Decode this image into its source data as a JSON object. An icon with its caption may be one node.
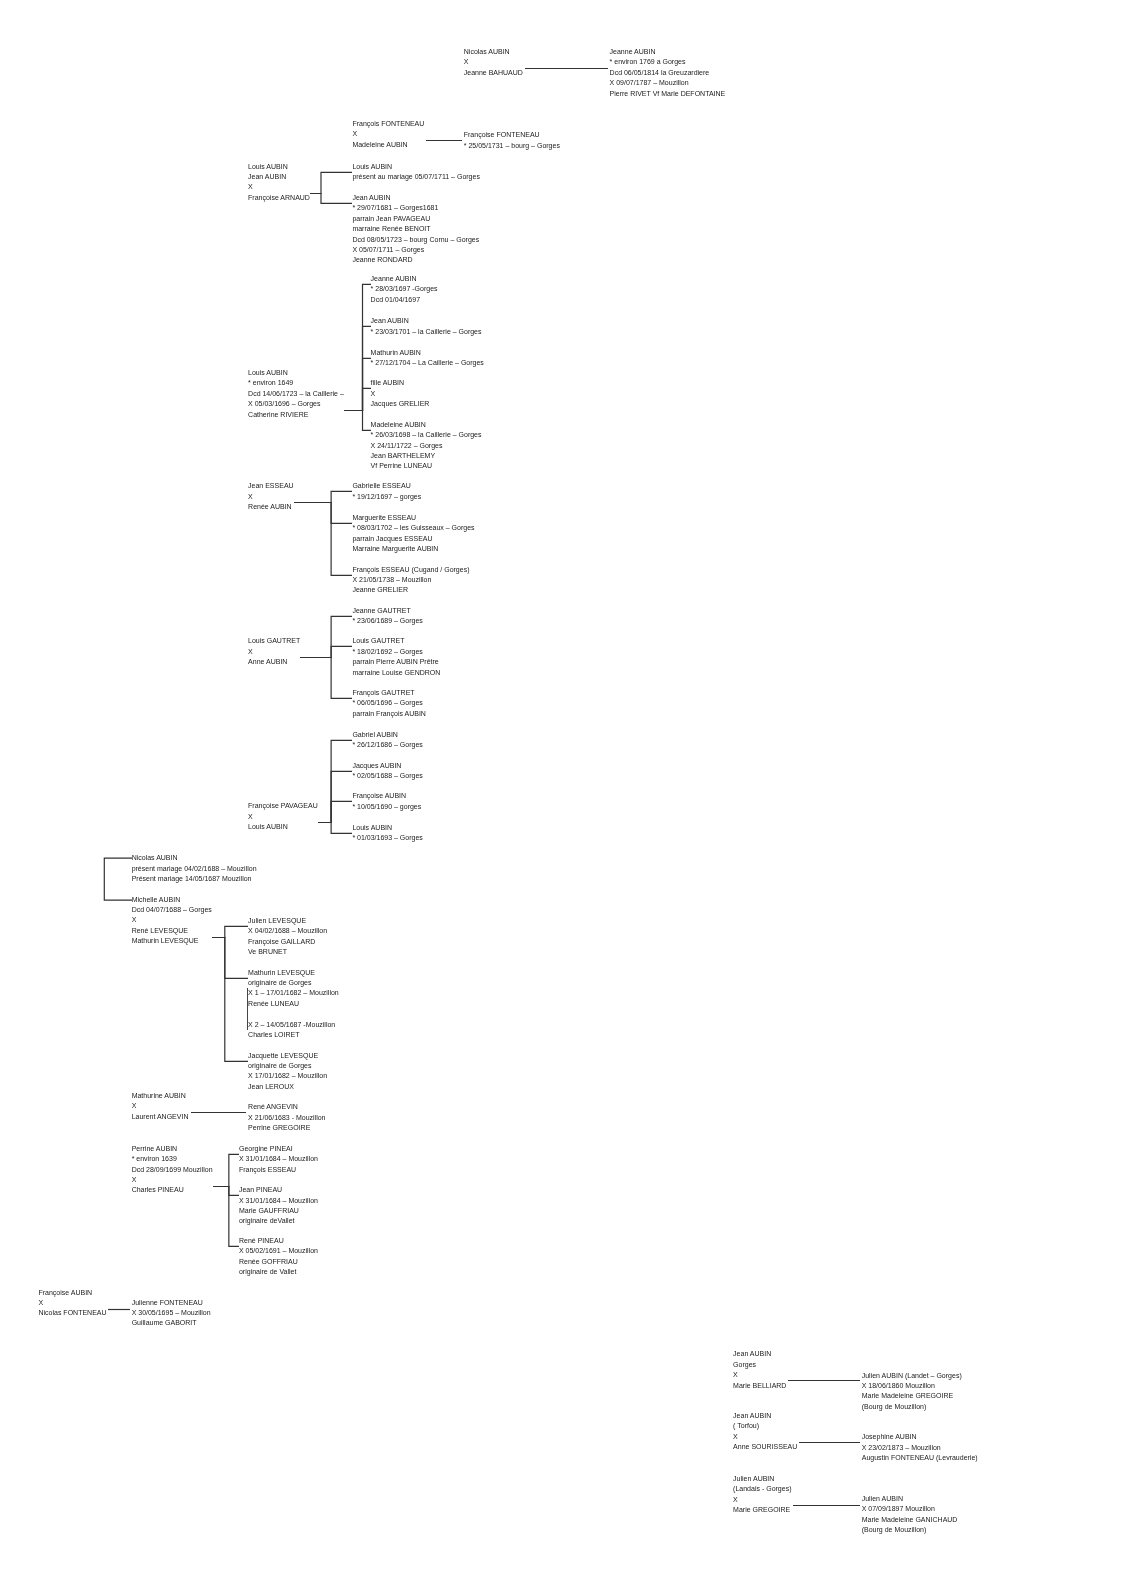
{
  "diagram": {
    "nodes": [
      {
        "text": [
          "Nicolas AUBIN",
          "X",
          "Jeanne BAHUAUD"
        ]
      },
      {
        "text": [
          "Jeanne AUBIN",
          "* environ 1769 a Gorges",
          "Dcd 06/05/1814 la Greuzardiere",
          "X  09/07/1787 – Mouzillon",
          "Pierre RIVET Vf Marie DEFONTAINE"
        ]
      },
      {
        "text": [
          "François FONTENEAU",
          "X",
          "Madeleine AUBIN"
        ]
      },
      {
        "text": [
          "Françoise FONTENEAU",
          "* 25/05/1731 – bourg – Gorges"
        ]
      },
      {
        "text": [
          "Louis AUBIN",
          "Jean AUBIN",
          "X",
          "Françoise ARNAUD"
        ]
      },
      {
        "text": [
          "Louis AUBIN",
          "présent au mariage 05/07/1711 – Gorges"
        ]
      },
      {
        "text": [
          "Jean AUBIN",
          "* 29/07/1681 – Gorges1681",
          "parrain Jean PAVAGEAU",
          "marraine Renée BENOIT",
          "Dcd 08/05/1723 – bourg Cornu – Gorges",
          "X  05/07/1711 – Gorges",
          "Jeanne RONDARD"
        ]
      },
      {
        "text": [
          "Louis AUBIN",
          "* environ 1649",
          "Dcd 14/06/1723 – la Caillerie –",
          "X  05/03/1696 – Gorges",
          "Catherine RIVIERE"
        ]
      },
      {
        "text": [
          "Jeanne AUBIN",
          "* 28/03/1697 -Gorges",
          "Dcd 01/04/1697"
        ]
      },
      {
        "text": [
          "Jean AUBIN",
          "* 23/03/1701 – la Caillerie – Gorges"
        ]
      },
      {
        "text": [
          "Mathurin AUBIN",
          "* 27/12/1704 – La Caillerie – Gorges"
        ]
      },
      {
        "text": [
          "fille AUBIN",
          "X",
          "Jacques GRELIER"
        ]
      },
      {
        "text": [
          "Madeleine AUBIN",
          "* 26/03/1698 – la Caillerie – Gorges",
          "X  24/11/1722 – Gorges",
          "Jean BARTHELEMY",
          "Vf Perrine LUNEAU"
        ]
      },
      {
        "text": [
          "Jean ESSEAU",
          "X",
          "Renée AUBIN"
        ]
      },
      {
        "text": [
          "Gabrielle ESSEAU",
          "* 19/12/1697 – gorges"
        ]
      },
      {
        "text": [
          "Marguerite ESSEAU",
          "* 08/03/1702 – les Guisseaux – Gorges",
          "parrain Jacques ESSEAU",
          "Marraine Marguerite AUBIN"
        ]
      },
      {
        "text": [
          "François ESSEAU (Cugand / Gorges)",
          "X 21/05/1738 – Mouzillon",
          "Jeanne GRELIER"
        ]
      },
      {
        "text": [
          "Louis GAUTRET",
          "X",
          "Anne AUBIN"
        ]
      },
      {
        "text": [
          "Jeanne GAUTRET",
          "* 23/06/1689 – Gorges"
        ]
      },
      {
        "text": [
          "Louis GAUTRET",
          "* 18/02/1692 – Gorges",
          "parrain Pierre AUBIN Prêtre",
          "marraine Louise GENDRON"
        ]
      },
      {
        "text": [
          "François GAUTRET",
          "* 06/05/1696 – Gorges",
          "parrain François AUBIN"
        ]
      },
      {
        "text": [
          "Françoise PAVAGEAU",
          "X",
          "Louis AUBIN"
        ]
      },
      {
        "text": [
          "Gabriel AUBIN",
          "* 26/12/1686 – Gorges"
        ]
      },
      {
        "text": [
          "Jacques AUBIN",
          "* 02/05/1688 – Gorges"
        ]
      },
      {
        "text": [
          "Françoise AUBIN",
          "* 10/05/1690 – gorges"
        ]
      },
      {
        "text": [
          "Louis AUBIN",
          "* 01/03/1693 – Gorges"
        ]
      },
      {
        "text": [
          "Nicolas AUBIN",
          "présent mariage 04/02/1688 – Mouzillon",
          "Présent mariage 14/05/1687 Mouzillon"
        ]
      },
      {
        "text": [
          "Michelle AUBIN",
          "Dcd 04/07/1688 – Gorges",
          "X",
          "René LEVESQUE",
          "Mathurin LEVESQUE"
        ]
      },
      {
        "text": [
          "Julien LEVESQUE",
          "X 04/02/1688 – Mouzillon",
          "Françoise GAILLARD",
          "Ve BRUNET"
        ]
      },
      {
        "text": [
          "Mathurin LEVESQUE",
          "originaire de Gorges",
          "X 1 – 17/01/1682 – Mouzillon",
          "Renée LUNEAU",
          "X 2 – 14/05/1687 -Mouzillon",
          "Charles LOIRET"
        ]
      },
      {
        "text": [
          "Jacquette LEVESQUE",
          "originaire de Gorges",
          "X 17/01/1682 – Mouzillon",
          "Jean LEROUX"
        ]
      },
      {
        "text": [
          "Mathurine AUBIN",
          "X",
          "Laurent ANGEVIN"
        ]
      },
      {
        "text": [
          "René ANGEVIN",
          "X 21/06/1683 - Mouzillon",
          "Perrine GREGOIRE"
        ]
      },
      {
        "text": [
          "Perrine AUBIN",
          "* environ 1639",
          "Dcd 28/09/1699 Mouzillon",
          "X",
          "Charles PINEAU"
        ]
      },
      {
        "text": [
          "Georgine PINEAI",
          "X 31/01/1684 – Mouzillon",
          "François ESSEAU"
        ]
      },
      {
        "text": [
          "Jean PINEAU",
          "X 31/01/1684 – Mouzillon",
          "Marie GAUFFRIAU",
          "originaire deVallet"
        ]
      },
      {
        "text": [
          "René PINEAU",
          "X 05/02/1691 – Mouzillon",
          "Renée GOFFRIAU",
          "originaire de Vallet"
        ]
      },
      {
        "text": [
          "Françoise AUBIN",
          "X",
          "Nicolas FONTENEAU"
        ]
      },
      {
        "text": [
          "Julienne FONTENEAU",
          "X 30/05/1695 – Mouzillon",
          "Guillaume GABORIT"
        ]
      },
      {
        "text": [
          "Jean AUBIN",
          "Gorges",
          "X",
          "Marie BELLIARD"
        ]
      },
      {
        "text": [
          "Julien AUBIN (Landet – Gorges)",
          "X 18/06/1860 Mouzillon",
          "Marie Madeleine GREGOIRE",
          "(Bourg de Mouzillon)"
        ]
      },
      {
        "text": [
          "Jean AUBIN",
          "( Torfou)",
          "X",
          "Anne SOURISSEAU"
        ]
      },
      {
        "text": [
          "Josephine AUBIN",
          "X 23/02/1873 – Mouzillon",
          "Augustin FONTENEAU (Levrauderie)"
        ]
      },
      {
        "text": [
          "Julien AUBIN",
          "(Landais  - Gorges)",
          "X",
          "Marie GREGOIRE"
        ]
      },
      {
        "text": [
          "Julien AUBIN",
          "X 07/09/1897 Mouzillon",
          "Marie Madeleine GANICHAUD",
          "(Bourg de Mouzillon)"
        ]
      }
    ],
    "edges": [
      {
        "from": 0,
        "to": 1,
        "arrow": "none"
      },
      {
        "from": 2,
        "to": 3,
        "arrow": "none"
      },
      {
        "from": 4,
        "to": 5,
        "arrow": "none"
      },
      {
        "from": 4,
        "to": 6,
        "arrow": "none"
      },
      {
        "from": 7,
        "to": 8,
        "arrow": "none"
      },
      {
        "from": 7,
        "to": 9,
        "arrow": "none"
      },
      {
        "from": 7,
        "to": 10,
        "arrow": "none"
      },
      {
        "from": 7,
        "to": 11,
        "arrow": "none"
      },
      {
        "from": 7,
        "to": 12,
        "arrow": "none"
      },
      {
        "from": 13,
        "to": 14,
        "arrow": "none"
      },
      {
        "from": 13,
        "to": 15,
        "arrow": "none"
      },
      {
        "from": 13,
        "to": 16,
        "arrow": "none"
      },
      {
        "from": 17,
        "to": 18,
        "arrow": "none"
      },
      {
        "from": 17,
        "to": 19,
        "arrow": "none"
      },
      {
        "from": 17,
        "to": 20,
        "arrow": "none"
      },
      {
        "from": 21,
        "to": 22,
        "arrow": "none"
      },
      {
        "from": 21,
        "to": 23,
        "arrow": "none"
      },
      {
        "from": 21,
        "to": 24,
        "arrow": "none"
      },
      {
        "from": 21,
        "to": 25,
        "arrow": "none"
      },
      {
        "from": 26,
        "to": 27,
        "arrow": "none"
      },
      {
        "from": 27,
        "to": 28,
        "arrow": "none"
      },
      {
        "from": 27,
        "to": 29,
        "arrow": "none"
      },
      {
        "from": 27,
        "to": 30,
        "arrow": "none"
      },
      {
        "from": 31,
        "to": 32,
        "arrow": "none"
      },
      {
        "from": 33,
        "to": 34,
        "arrow": "none"
      },
      {
        "from": 33,
        "to": 35,
        "arrow": "none"
      },
      {
        "from": 33,
        "to": 36,
        "arrow": "none"
      },
      {
        "from": 37,
        "to": 38,
        "arrow": "none"
      },
      {
        "from": 39,
        "to": 40,
        "arrow": "none"
      },
      {
        "from": 41,
        "to": 42,
        "arrow": "none"
      },
      {
        "from": 43,
        "to": 44,
        "arrow": "none"
      }
    ]
  }
}
